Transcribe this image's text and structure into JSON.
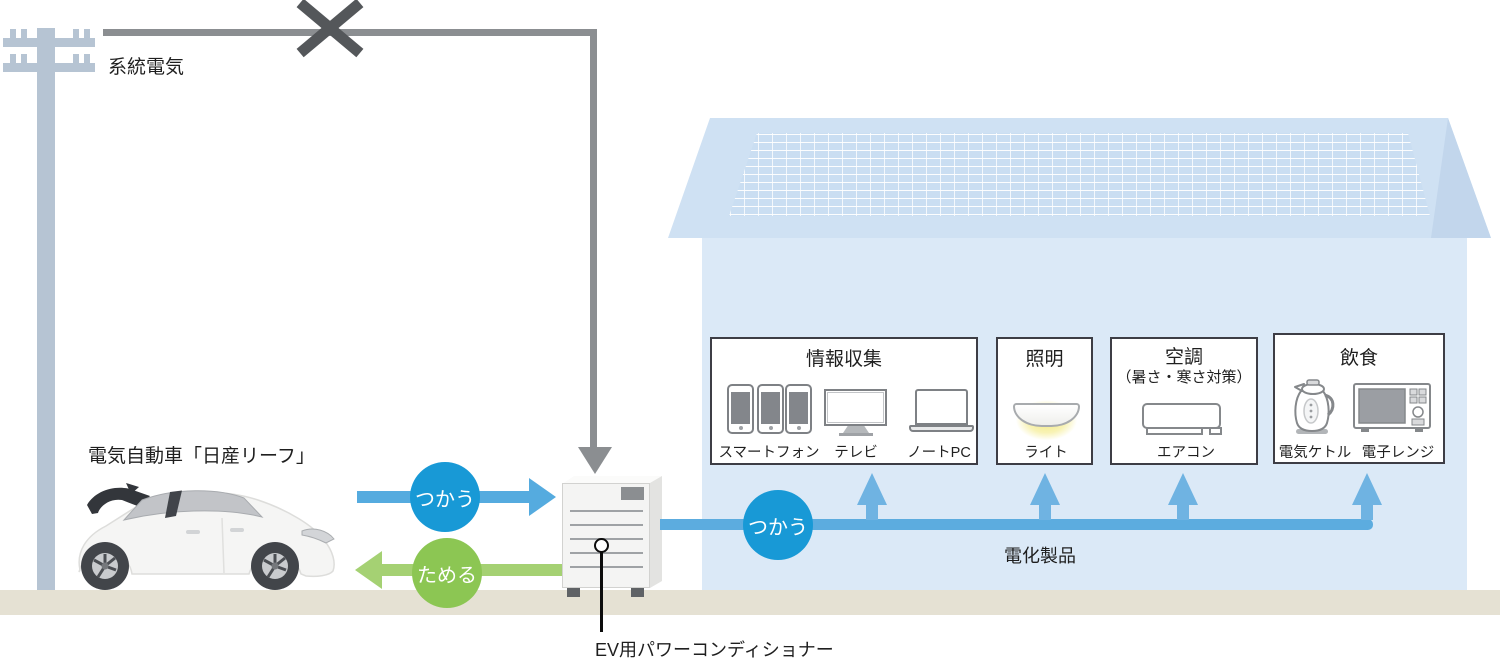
{
  "labels": {
    "grid": "系統電気",
    "car": "電気自動車「日産リーフ」",
    "conditioner": "EV用パワーコンディショナー",
    "appliances": "電化製品"
  },
  "flows": {
    "use_from_car": "つかう",
    "store_to_car": "ためる",
    "use_in_house": "つかう"
  },
  "appliance_boxes": [
    {
      "title": "情報収集",
      "items": [
        "スマートフォン",
        "テレビ",
        "ノートPC"
      ]
    },
    {
      "title": "照明",
      "items": [
        "ライト"
      ]
    },
    {
      "title": "空調",
      "subtitle": "（暑さ・寒さ対策）",
      "items": [
        "エアコン"
      ]
    },
    {
      "title": "飲食",
      "items": [
        "電気ケトル",
        "電子レンジ"
      ]
    }
  ],
  "icons": {
    "utility-pole-icon": "css-shape",
    "outage-x-icon": "css-shape",
    "grid-down-arrow-icon": "css-triangle",
    "use-arrow-icon": "css-triangle",
    "store-arrow-icon": "css-triangle",
    "up-arrow-icon": "css-triangle",
    "smartphone-icon": "css-shape",
    "tv-icon": "css-shape",
    "laptop-icon": "css-shape",
    "ceiling-light-icon": "css-shape",
    "air-conditioner-icon": "css-shape",
    "electric-kettle-icon": "inline-svg",
    "microwave-icon": "inline-svg",
    "car-illustration": "inline-svg",
    "power-conditioner-illustration": "css-shape",
    "solar-panel-icon": "css-grid-pattern"
  },
  "colors": {
    "flow_blue": "#1899d6",
    "flow_blue_light": "#55abdf",
    "house_arrow_blue": "#6fb3e2",
    "store_green": "#8cc653",
    "store_green_light": "#a5d173",
    "wire_gray": "#8b8e91",
    "outage_x_gray": "#54575a",
    "pole_blue_gray": "#b6c4d3",
    "house_wall": "#dbe9f7",
    "roof": "#cfe1f3",
    "ground": "#e5e1d3",
    "light_glow": "#f2e878"
  }
}
